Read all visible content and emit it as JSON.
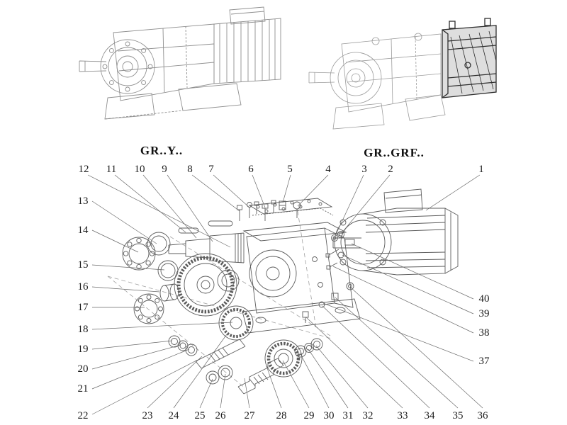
{
  "figure": {
    "left_variant_label": "GR..Y..",
    "right_variant_label": "GR..GRF.."
  },
  "callouts": {
    "c1": "1",
    "c2": "2",
    "c3": "3",
    "c4": "4",
    "c5": "5",
    "c6": "6",
    "c7": "7",
    "c8": "8",
    "c9": "9",
    "c10": "10",
    "c11": "11",
    "c12": "12",
    "c13": "13",
    "c14": "14",
    "c15": "15",
    "c16": "16",
    "c17": "17",
    "c18": "18",
    "c19": "19",
    "c20": "20",
    "c21": "21",
    "c22": "22",
    "c23": "23",
    "c24": "24",
    "c25": "25",
    "c26": "26",
    "c27": "27",
    "c28": "28",
    "c29": "29",
    "c30": "30",
    "c31": "31",
    "c32": "32",
    "c33": "33",
    "c34": "34",
    "c35": "35",
    "c36": "36",
    "c37": "37",
    "c38": "38",
    "c39": "39",
    "c40": "40"
  },
  "colors": {
    "ink": "#4a4a4a",
    "light_ink": "#949494",
    "background": "#ffffff",
    "text": "#1c1c1c"
  }
}
